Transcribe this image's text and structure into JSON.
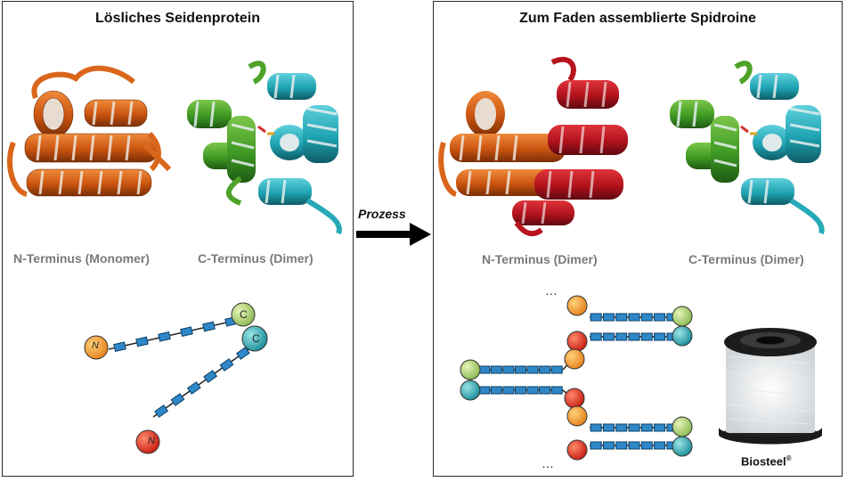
{
  "left_panel": {
    "title": "Lösliches Seidenprotein",
    "caption_n": "N-Terminus (Monomer)",
    "caption_c": "C-Terminus (Dimer)",
    "node_n_label": "N",
    "node_c_label": "C"
  },
  "right_panel": {
    "title": "Zum Faden assemblierte Spidroine",
    "caption_n": "N-Terminus (Dimer)",
    "caption_c": "C-Terminus (Dimer)",
    "ellipsis": "…",
    "product_label": "Biosteel",
    "product_mark": "®"
  },
  "arrow": {
    "label": "Prozess"
  },
  "colors": {
    "n_orange": "#f0a030",
    "n_red": "#d8301c",
    "c_green": "#a8cc70",
    "c_teal": "#30a8b0",
    "linker_blue": "#2e88c8",
    "helix_orange": "#d9661a",
    "helix_red": "#b8141e",
    "helix_green": "#4ea32a",
    "helix_cyan": "#27aab8"
  }
}
